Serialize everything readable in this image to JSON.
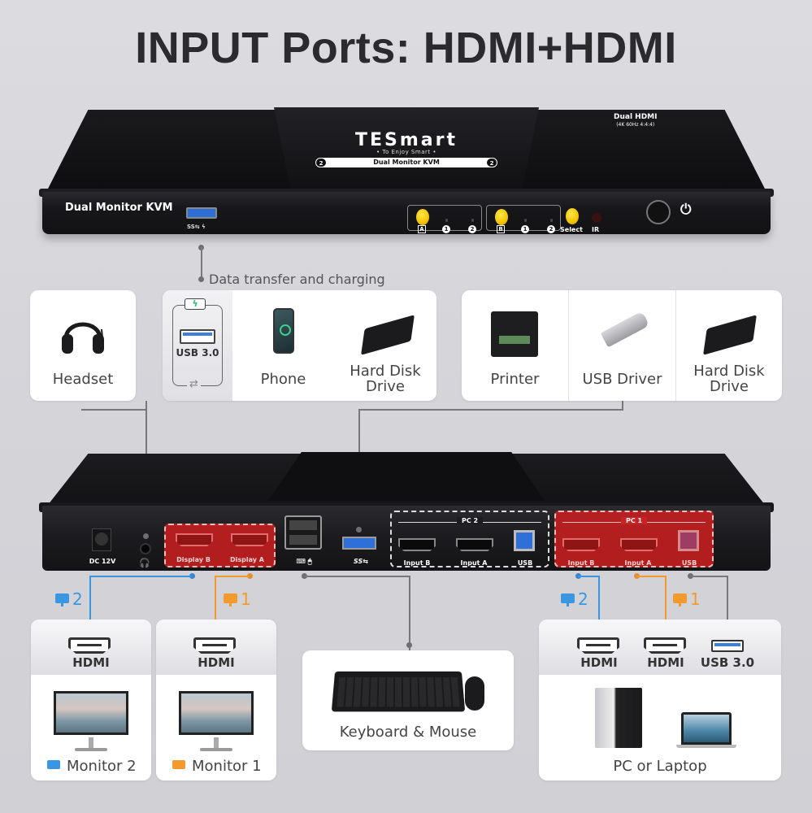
{
  "title": "INPUT Ports: HDMI+HDMI",
  "front_device": {
    "brand": "TESmart",
    "tagline": "• To Enjoy Smart •",
    "model_pill": "Dual Monitor KVM",
    "pill_num_left": "2",
    "pill_num_right": "2",
    "spec_title": "Dual HDMI",
    "spec_sub": "(4K 60Hz 4:4:4)",
    "front_label": "Dual Monitor KVM",
    "usb_label": "SS⇆ ϟ",
    "group_a": {
      "key": "A",
      "n1": "1",
      "n2": "2"
    },
    "group_b": {
      "key": "B",
      "n1": "1",
      "n2": "2"
    },
    "select_label": "Select",
    "ir_label": "IR",
    "power_icon": "⏻"
  },
  "data_transfer_note": "Data transfer and charging",
  "usb_panel": {
    "port_label": "USB 3.0",
    "battery_icon": "ϟ",
    "cycle_icon": "⇄"
  },
  "top_left_cards": [
    {
      "label": "Headset"
    }
  ],
  "front_usb_devices": [
    {
      "label": "Phone"
    },
    {
      "label_line1": "Hard Disk",
      "label_line2": "Drive"
    }
  ],
  "rear_usb_devices": [
    {
      "label": "Printer"
    },
    {
      "label": "USB Driver"
    },
    {
      "label_line1": "Hard Disk",
      "label_line2": "Drive"
    }
  ],
  "rear_device": {
    "dc_label": "DC 12V",
    "display_b": "Display B",
    "display_a": "Display A",
    "kbm_icons": "⌨ 🖱",
    "ss_label": "SS⇆",
    "pc2": {
      "title": "PC 2",
      "input_b": "Input B",
      "input_a": "Input A",
      "usb": "USB"
    },
    "pc1": {
      "title": "PC 1",
      "input_b": "Input B",
      "input_a": "Input A",
      "usb": "USB"
    }
  },
  "monitor_tags": {
    "blue": "2",
    "orange": "1"
  },
  "monitor_cards": [
    {
      "port": "HDMI",
      "label": "Monitor 2",
      "color": "#3a96e0"
    },
    {
      "port": "HDMI",
      "label": "Monitor 1",
      "color": "#f29a2e"
    }
  ],
  "keyboard_card": {
    "label": "Keyboard & Mouse"
  },
  "pc_card": {
    "ports": [
      "HDMI",
      "HDMI",
      "USB 3.0"
    ],
    "label": "PC or Laptop"
  },
  "colors": {
    "monitor2": "#3a96e0",
    "monitor1": "#f29a2e",
    "red_zone": "#ce2020",
    "connector": "#77777c"
  }
}
